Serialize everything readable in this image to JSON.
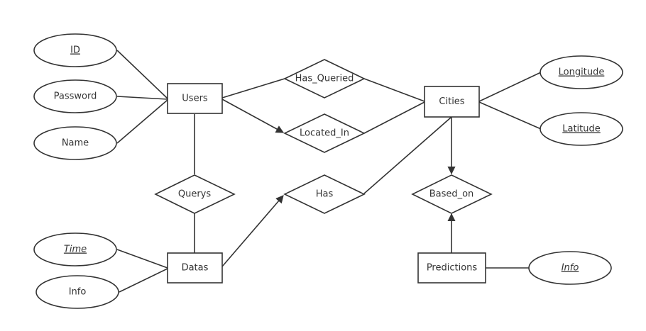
{
  "entities": {
    "users": "Users",
    "cities": "Cities",
    "datas": "Datas",
    "predictions": "Predictions"
  },
  "relationships": {
    "has_queried": "Has_Queried",
    "located_in": "Located_In",
    "querys": "Querys",
    "has": "Has",
    "based_on": "Based_on"
  },
  "attributes": {
    "id": "ID",
    "password": "Password",
    "name": "Name",
    "longitude": "Longitude",
    "latitude": "Latitude",
    "time": "Time",
    "data_info": "Info",
    "prediction_info": "Info"
  }
}
